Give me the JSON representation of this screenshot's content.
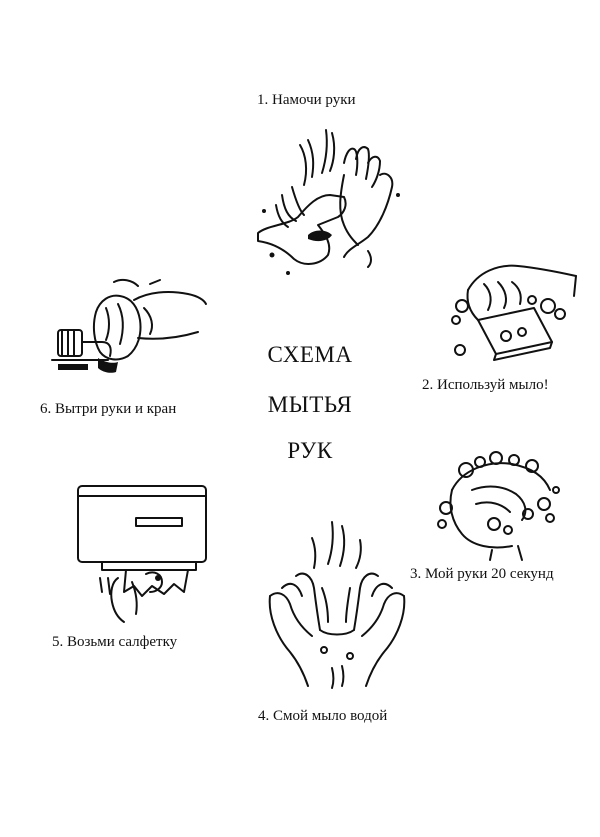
{
  "title": {
    "line1": "СХЕМА",
    "line2": "МЫТЬЯ",
    "line3": "РУК"
  },
  "steps": [
    {
      "label": "1. Намочи руки",
      "icon": "wet-hands-icon"
    },
    {
      "label": "2. Используй мыло!",
      "icon": "soap-bar-icon"
    },
    {
      "label": "3. Мой руки 20 секунд",
      "icon": "scrubbing-hands-icon"
    },
    {
      "label": "4. Смой мыло водой",
      "icon": "rinse-hands-icon"
    },
    {
      "label": "5. Возьми салфетку",
      "icon": "towel-dispenser-icon"
    },
    {
      "label": "6. Вытри руки и кран",
      "icon": "wipe-faucet-icon"
    }
  ]
}
